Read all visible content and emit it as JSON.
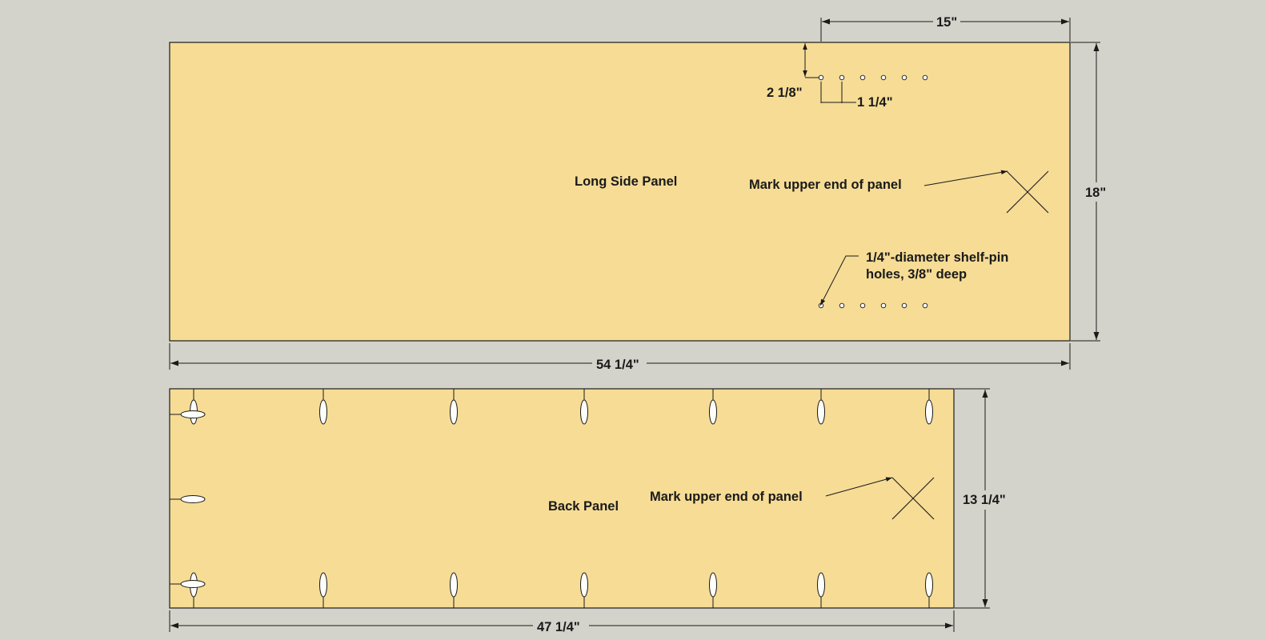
{
  "colors": {
    "background": "#d4d3cb",
    "panel_fill": "#f6dc95",
    "line": "#1a1a1a",
    "hole_fill": "#fdfdfa"
  },
  "long_side_panel": {
    "label": "Long Side Panel",
    "mark_note": "Mark upper end of panel",
    "hole_note_line1": "1/4\"-diameter shelf-pin",
    "hole_note_line2": "holes, 3/8\" deep",
    "dim_hole_span": "15\"",
    "dim_top_offset": "2 1/8\"",
    "dim_hole_spacing": "1 1/4\"",
    "dim_height": "18\"",
    "dim_width": "54 1/4\"",
    "holes_per_row": 6
  },
  "back_panel": {
    "label": "Back Panel",
    "mark_note": "Mark upper end of panel",
    "dim_height": "13 1/4\"",
    "dim_width": "47 1/4\"",
    "slots_per_edge": 7,
    "side_slots": 3
  }
}
